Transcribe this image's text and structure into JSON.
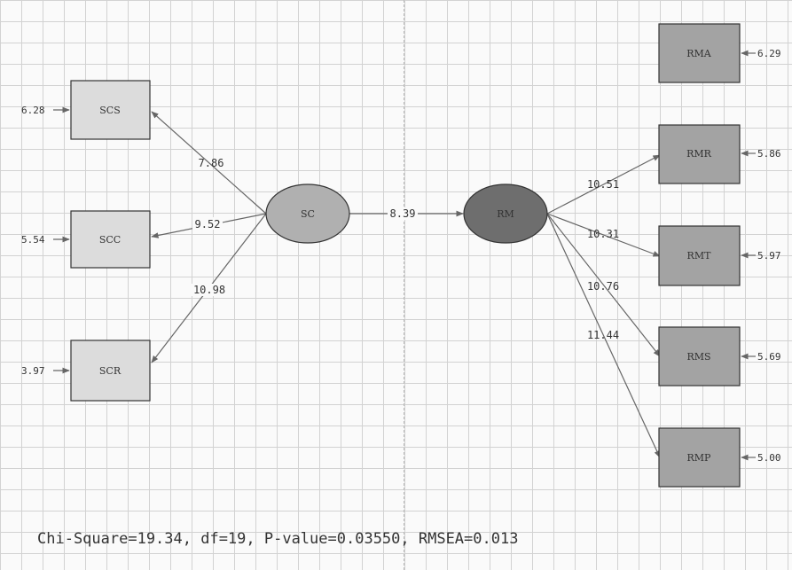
{
  "latent": {
    "sc": {
      "label": "SC"
    },
    "rm": {
      "label": "RM"
    }
  },
  "indicators_left": [
    {
      "label": "SCS",
      "error": "6.28",
      "coef": "7.86"
    },
    {
      "label": "SCC",
      "error": "5.54",
      "coef": "9.52"
    },
    {
      "label": "SCR",
      "error": "3.97",
      "coef": "10.98"
    }
  ],
  "indicators_right": [
    {
      "label": "RMA",
      "error": "6.29",
      "coef": ""
    },
    {
      "label": "RMR",
      "error": "5.86",
      "coef": "10.51"
    },
    {
      "label": "RMT",
      "error": "5.97",
      "coef": "10.31"
    },
    {
      "label": "RMS",
      "error": "5.69",
      "coef": "10.76"
    },
    {
      "label": "RMP",
      "error": "5.00",
      "coef": "11.44"
    }
  ],
  "structural_path": {
    "coef": "8.39"
  },
  "fit_statistics": "Chi-Square=19.34, df=19, P-value=0.03550, RMSEA=0.013",
  "colors": {
    "left_box": "#dcdcdc",
    "right_box": "#a3a3a3",
    "sc_ellipse": "#b0b0b0",
    "rm_ellipse": "#6e6e6e",
    "arrow": "#666666"
  }
}
